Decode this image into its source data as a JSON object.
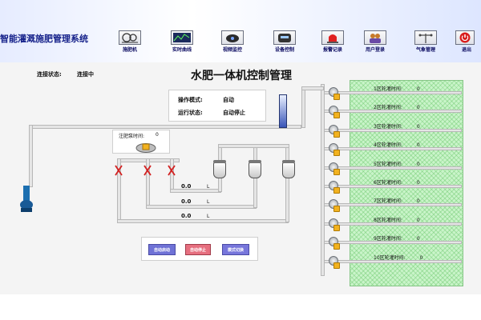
{
  "header": {
    "system_title": "智能灌溉施肥管理系统",
    "toolbar": [
      {
        "label": "施肥机",
        "icon": "fertilizer-machine-icon"
      },
      {
        "label": "实时曲线",
        "icon": "realtime-curve-icon"
      },
      {
        "label": "视频监控",
        "icon": "video-camera-icon"
      },
      {
        "label": "设备控制",
        "icon": "device-control-icon"
      },
      {
        "label": "报警记录",
        "icon": "alarm-light-icon"
      },
      {
        "label": "用户登录",
        "icon": "user-login-icon"
      },
      {
        "label": "气象管理",
        "icon": "weather-station-icon"
      },
      {
        "label": "退出",
        "icon": "power-exit-icon"
      }
    ]
  },
  "panel": {
    "title": "水肥一体机控制管理",
    "connection": {
      "label": "连接状态:",
      "value": "连接中"
    },
    "status": {
      "mode_label": "操作模式:",
      "mode_value": "自动",
      "run_label": "运行状态:",
      "run_value": "自动停止"
    },
    "motor": {
      "label": "注肥泵时间:",
      "value": "0"
    },
    "flows": [
      {
        "value": "0.0",
        "unit": "L"
      },
      {
        "value": "0.0",
        "unit": "L"
      },
      {
        "value": "0.0",
        "unit": "L"
      }
    ],
    "controls": {
      "auto_start": "自动启动",
      "auto_stop": "自动停止",
      "mode_switch": "模式切换"
    },
    "zones": [
      {
        "label": "1区轮灌时间:",
        "value": "0"
      },
      {
        "label": "2区轮灌时间:",
        "value": "0"
      },
      {
        "label": "3区轮灌时间:",
        "value": "0"
      },
      {
        "label": "4区轮灌时间:",
        "value": "0"
      },
      {
        "label": "5区轮灌时间:",
        "value": "0"
      },
      {
        "label": "6区轮灌时间:",
        "value": "0"
      },
      {
        "label": "7区轮灌时间:",
        "value": "0"
      },
      {
        "label": "8区轮灌时间:",
        "value": "0"
      },
      {
        "label": "9区轮灌时间:",
        "value": "0"
      },
      {
        "label": "10区轮灌时间:",
        "value": "0"
      }
    ]
  },
  "colors": {
    "title_blue": "#15218a",
    "zone_green": "#c9f4c9",
    "pipe_gray": "#e5e5e5",
    "lock_orange": "#f2b21f"
  }
}
